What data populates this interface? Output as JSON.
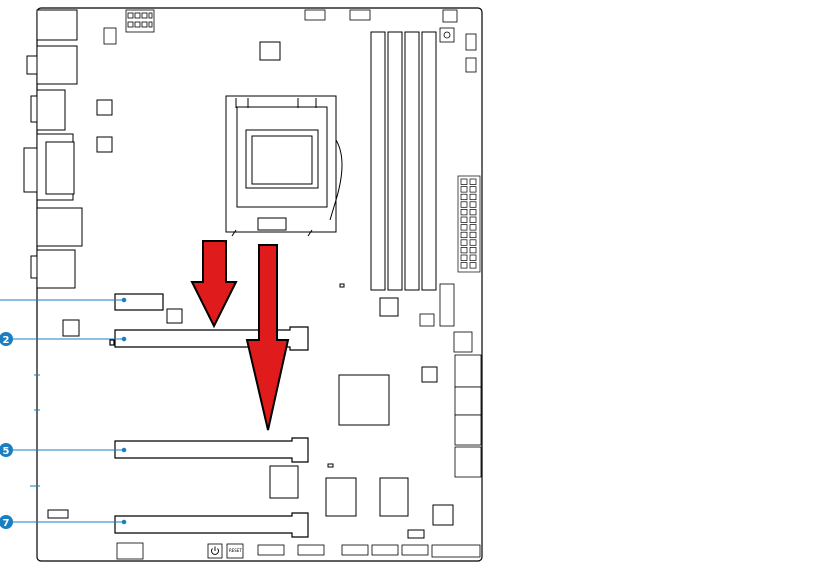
{
  "diagram": {
    "slot_callouts": [
      {
        "number": "",
        "badge_color": ""
      },
      {
        "number": "2",
        "badge_color": "#1a7fc1"
      },
      {
        "number": "5",
        "badge_color": "#1a7fc1"
      },
      {
        "number": "7",
        "badge_color": "#1a7fc1"
      }
    ],
    "rear_labels": {
      "power_button_label": "",
      "reset_button_label": "RESET"
    },
    "colors": {
      "outline": "#000000",
      "callout_line": "#1a7fc1",
      "arrow_fill": "#e01b1b",
      "arrow_stroke": "#000000"
    },
    "icons": [
      "power-icon",
      "down-arrow-icon"
    ]
  }
}
